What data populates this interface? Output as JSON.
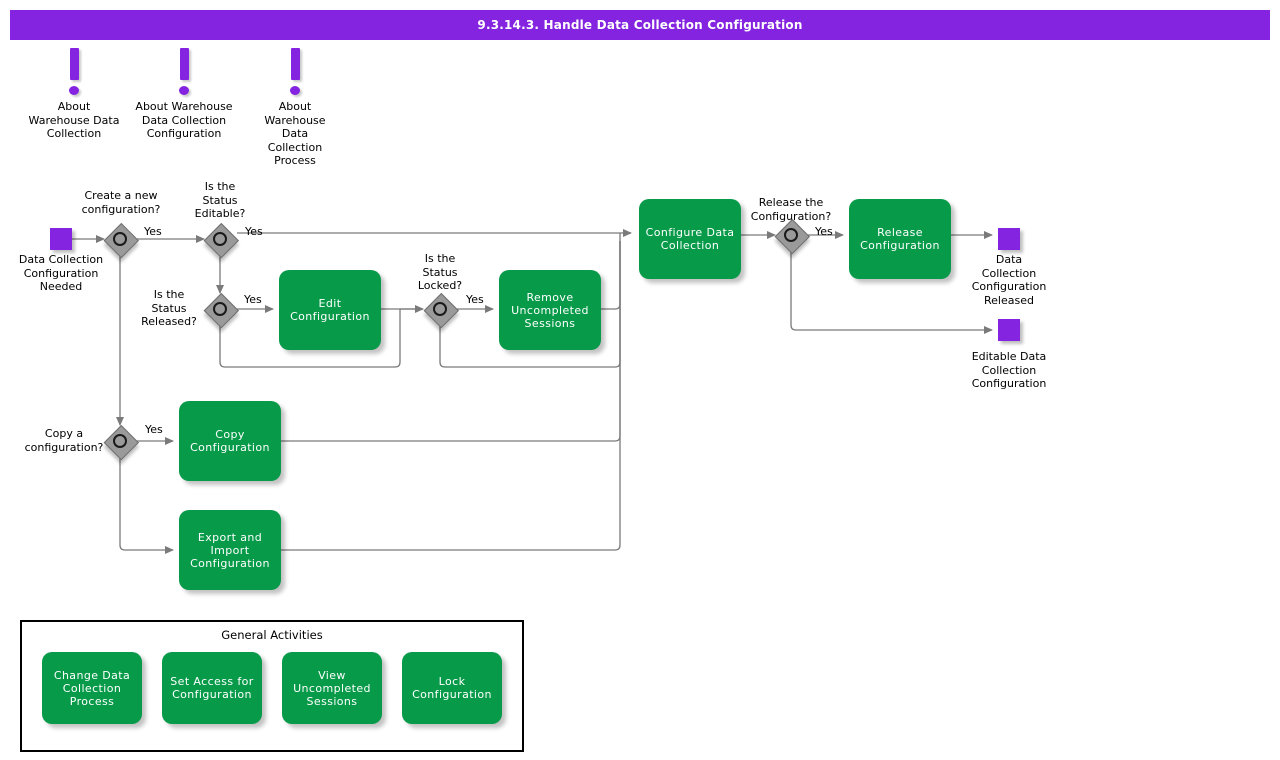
{
  "header": {
    "title": "9.3.14.3. Handle Data Collection Configuration",
    "bar_color": "#8423E0",
    "text_color": "#FFFFFF"
  },
  "theme": {
    "task_green": "#079A49",
    "event_purple": "#8423E0",
    "gateway_gray": "#9A9A9A",
    "connector_gray": "#7A7A7A",
    "background": "#FFFFFF"
  },
  "notes": [
    {
      "icon": "exclamation-note-icon",
      "label": "About\nWarehouse Data\nCollection"
    },
    {
      "icon": "exclamation-note-icon",
      "label": "About Warehouse\nData Collection\nConfiguration"
    },
    {
      "icon": "exclamation-note-icon",
      "label": "About\nWarehouse\nData\nCollection\nProcess"
    }
  ],
  "events": [
    {
      "name": "start-event",
      "type": "start",
      "label": "Data Collection\nConfiguration\nNeeded"
    },
    {
      "name": "end-event-released",
      "type": "end",
      "label": "Data\nCollection\nConfiguration\nReleased"
    },
    {
      "name": "end-event-editable",
      "type": "end",
      "label": "Editable Data\nCollection\nConfiguration"
    }
  ],
  "gateways": [
    {
      "name": "gateway-create-new",
      "label": "Create a new\nconfiguration?",
      "yes": "Yes"
    },
    {
      "name": "gateway-status-editable",
      "label": "Is the\nStatus\nEditable?",
      "yes": "Yes"
    },
    {
      "name": "gateway-status-released",
      "label": "Is the\nStatus\nReleased?",
      "yes": "Yes"
    },
    {
      "name": "gateway-status-locked",
      "label": "Is the\nStatus\nLocked?",
      "yes": "Yes"
    },
    {
      "name": "gateway-copy-config",
      "label": "Copy a\nconfiguration?",
      "yes": "Yes"
    },
    {
      "name": "gateway-release-config",
      "label": "Release the\nConfiguration?",
      "yes": "Yes"
    }
  ],
  "tasks": [
    {
      "name": "task-edit-configuration",
      "label": "Edit\nConfiguration"
    },
    {
      "name": "task-remove-uncompleted-sessions",
      "label": "Remove\nUncompleted\nSessions"
    },
    {
      "name": "task-copy-configuration",
      "label": "Copy\nConfiguration"
    },
    {
      "name": "task-export-import-configuration",
      "label": "Export and\nImport\nConfiguration"
    },
    {
      "name": "task-configure-data-collection",
      "label": "Configure Data\nCollection"
    },
    {
      "name": "task-release-configuration",
      "label": "Release\nConfiguration"
    }
  ],
  "general_activities": {
    "title": "General Activities",
    "items": [
      {
        "name": "task-change-data-collection-process",
        "label": "Change Data\nCollection\nProcess"
      },
      {
        "name": "task-set-access-for-configuration",
        "label": "Set Access for\nConfiguration"
      },
      {
        "name": "task-view-uncompleted-sessions",
        "label": "View\nUncompleted\nSessions"
      },
      {
        "name": "task-lock-configuration",
        "label": "Lock\nConfiguration"
      }
    ]
  }
}
